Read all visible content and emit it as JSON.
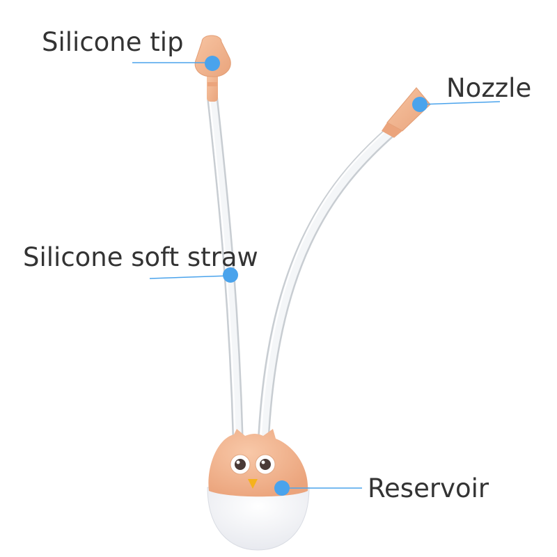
{
  "labels": {
    "silicone_tip": "Silicone tip",
    "nozzle": "Nozzle",
    "silicone_soft_straw": "Silicone soft straw",
    "reservoir": "Reservoir"
  },
  "colors": {
    "callout_blue": "#4aa3ec",
    "silicone_peach": "#f3b58f",
    "tube_clear": "#e8ecef",
    "reservoir_base": "#f2f3f6"
  }
}
